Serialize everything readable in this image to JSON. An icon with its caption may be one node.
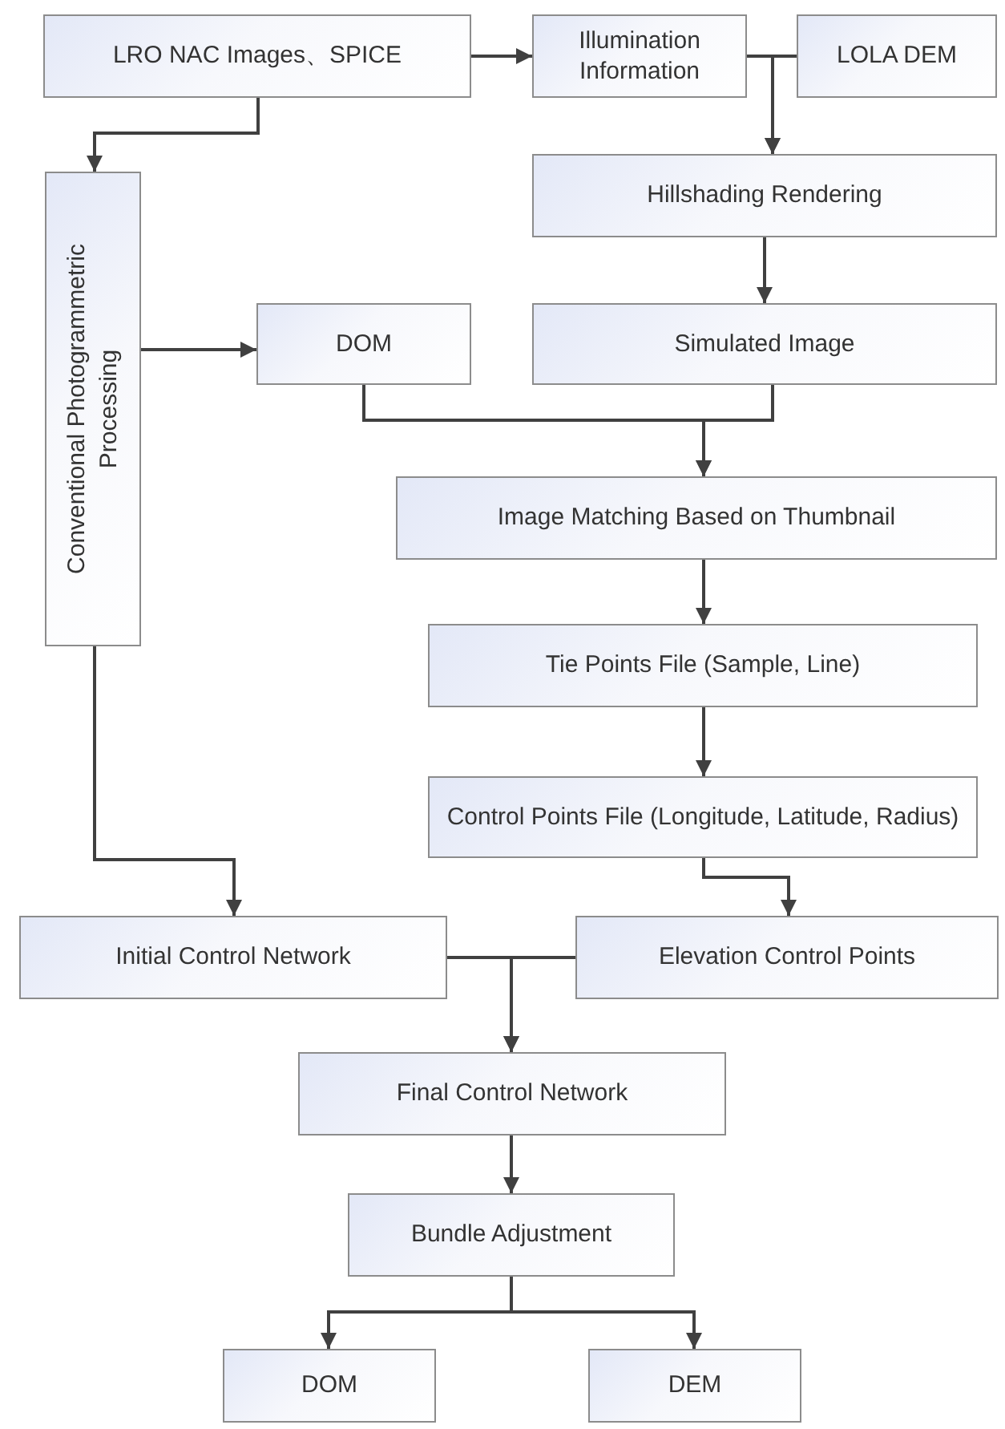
{
  "diagram": {
    "nodes": [
      {
        "text": [
          "LRO NAC Images、SPICE"
        ]
      },
      {
        "text": [
          "Illumination Information"
        ]
      },
      {
        "text": [
          "LOLA DEM"
        ]
      },
      {
        "text": [
          "Hillshading Rendering"
        ]
      },
      {
        "text": [
          "Conventional Photogrammetric Processing"
        ]
      },
      {
        "text": [
          "DOM"
        ]
      },
      {
        "text": [
          "Simulated Image"
        ]
      },
      {
        "text": [
          "Image Matching Based on Thumbnail"
        ]
      },
      {
        "text": [
          "Tie Points File (Sample, Line)"
        ]
      },
      {
        "text": [
          "Control Points File (Longitude, Latitude, Radius)"
        ]
      },
      {
        "text": [
          "Initial Control Network"
        ]
      },
      {
        "text": [
          "Elevation Control Points"
        ]
      },
      {
        "text": [
          "Final Control Network"
        ]
      },
      {
        "text": [
          "Bundle Adjustment"
        ]
      },
      {
        "text": [
          "DOM"
        ]
      },
      {
        "text": [
          "DEM"
        ]
      }
    ],
    "edges": [
      {
        "from": 0,
        "to": 1,
        "arrow": "to"
      },
      {
        "from": 0,
        "to": 4,
        "arrow": "to"
      },
      {
        "from": 1,
        "to": 3,
        "arrow": "to"
      },
      {
        "from": 2,
        "to": 3,
        "arrow": "to"
      },
      {
        "from": 3,
        "to": 6,
        "arrow": "to"
      },
      {
        "from": 4,
        "to": 5,
        "arrow": "to"
      },
      {
        "from": 5,
        "to": 7,
        "arrow": "to"
      },
      {
        "from": 6,
        "to": 7,
        "arrow": "to"
      },
      {
        "from": 7,
        "to": 8,
        "arrow": "to"
      },
      {
        "from": 8,
        "to": 9,
        "arrow": "to"
      },
      {
        "from": 9,
        "to": 11,
        "arrow": "to"
      },
      {
        "from": 4,
        "to": 10,
        "arrow": "to"
      },
      {
        "from": 10,
        "to": 12,
        "arrow": "to"
      },
      {
        "from": 11,
        "to": 12,
        "arrow": "to"
      },
      {
        "from": 12,
        "to": 13,
        "arrow": "to"
      },
      {
        "from": 13,
        "to": 14,
        "arrow": "to"
      },
      {
        "from": 13,
        "to": 15,
        "arrow": "to"
      }
    ]
  }
}
